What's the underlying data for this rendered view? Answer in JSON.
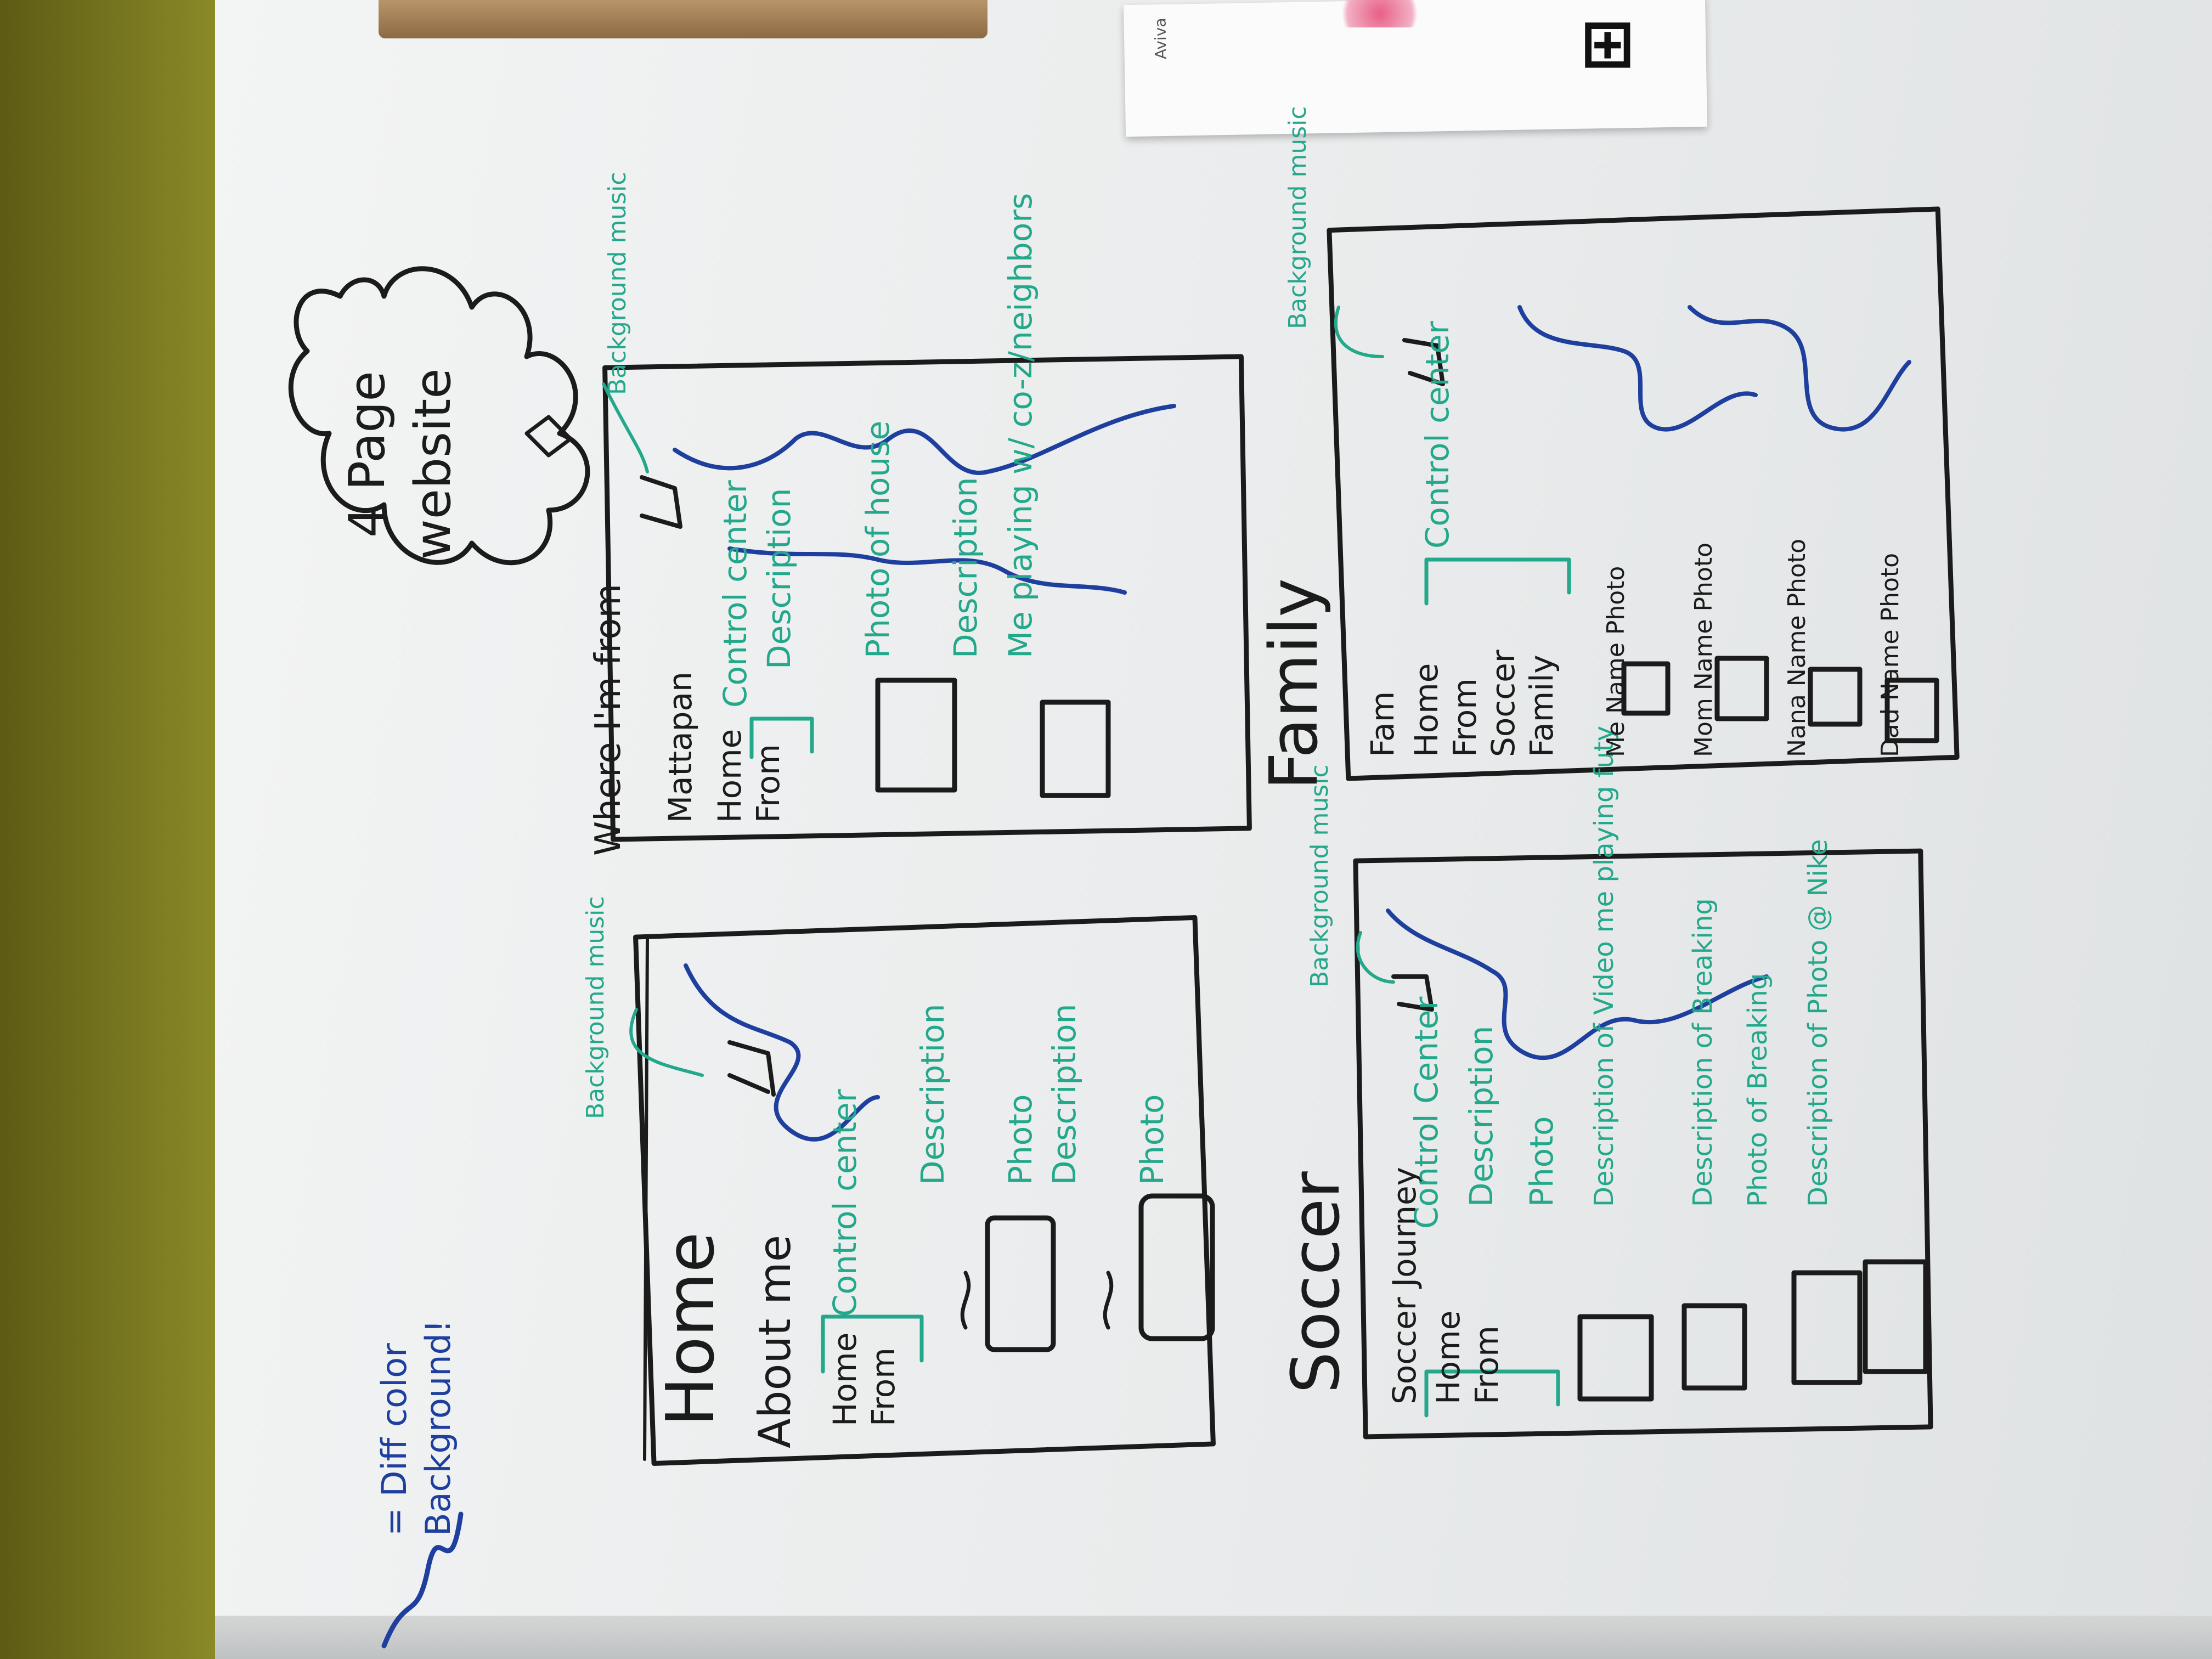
{
  "photo_note": "Whiteboard sketch of a 4-page website, photographed rotated 90 degrees.",
  "paper": {
    "label": "Aviva"
  },
  "cloud": {
    "line1": "4 Page",
    "line2": "website"
  },
  "legend": {
    "text_line1": "= Diff color",
    "text_line2": "Background!"
  },
  "colors": {
    "black": "#1b1b1b",
    "green": "#23a88b",
    "blue": "#1e3f9e",
    "board": "#ecedee"
  },
  "pages": [
    {
      "title": "Home",
      "header": "About me",
      "nav": [
        "Home",
        "From"
      ],
      "labels": [
        "Control center",
        "Description",
        "Photo",
        "Description",
        "Photo"
      ],
      "music_label": "Background music"
    },
    {
      "title": "Where I'm from",
      "header": "Mattapan",
      "nav": [
        "Home",
        "From"
      ],
      "labels": [
        "Control center",
        "Description",
        "Photo of house",
        "Description",
        "Me playing w/ co-z/neighbors"
      ],
      "music_label": "Background music"
    },
    {
      "title": "Soccer",
      "header": "Soccer Journey",
      "nav": [
        "Home",
        "From"
      ],
      "labels": [
        "Control Center",
        "Description",
        "Photo",
        "Description of Video me playing futy",
        "Description of Breaking",
        "Photo of Breaking",
        "Description of Photo @ Nike"
      ],
      "music_label": "Background music"
    },
    {
      "title": "Family",
      "header": "Fam",
      "nav": [
        "Home",
        "From",
        "Soccer",
        "Family"
      ],
      "labels": [
        "Control center",
        "Me Name Photo",
        "Mom Name Photo",
        "Nana Name Photo",
        "Dad Name Photo"
      ],
      "music_label": "Background music"
    }
  ]
}
